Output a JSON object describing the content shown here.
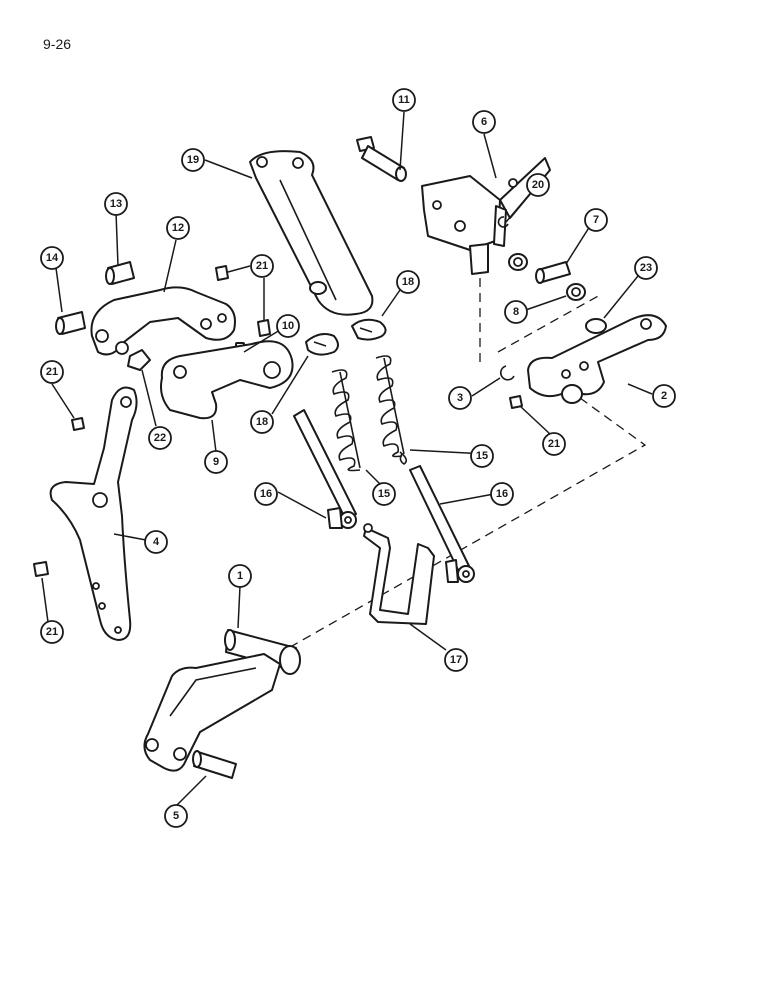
{
  "page_number": "9-26",
  "callouts": [
    {
      "id": "c11a",
      "label": "11"
    },
    {
      "id": "c6",
      "label": "6"
    },
    {
      "id": "c19",
      "label": "19"
    },
    {
      "id": "c20",
      "label": "20"
    },
    {
      "id": "c13",
      "label": "13"
    },
    {
      "id": "c12",
      "label": "12"
    },
    {
      "id": "c7",
      "label": "7"
    },
    {
      "id": "c14",
      "label": "14"
    },
    {
      "id": "c21a",
      "label": "21"
    },
    {
      "id": "c18a",
      "label": "18"
    },
    {
      "id": "c23",
      "label": "23"
    },
    {
      "id": "c8",
      "label": "8"
    },
    {
      "id": "c10",
      "label": "10"
    },
    {
      "id": "c21b",
      "label": "21"
    },
    {
      "id": "c3",
      "label": "3"
    },
    {
      "id": "c2",
      "label": "2"
    },
    {
      "id": "c22",
      "label": "22"
    },
    {
      "id": "c18b",
      "label": "18"
    },
    {
      "id": "c21c",
      "label": "21"
    },
    {
      "id": "c9",
      "label": "9"
    },
    {
      "id": "c15a",
      "label": "15"
    },
    {
      "id": "c15b",
      "label": "15"
    },
    {
      "id": "c16a",
      "label": "16"
    },
    {
      "id": "c16b",
      "label": "16"
    },
    {
      "id": "c4",
      "label": "4"
    },
    {
      "id": "c1",
      "label": "1"
    },
    {
      "id": "c21d",
      "label": "21"
    },
    {
      "id": "c17",
      "label": "17"
    },
    {
      "id": "c5",
      "label": "5"
    }
  ]
}
